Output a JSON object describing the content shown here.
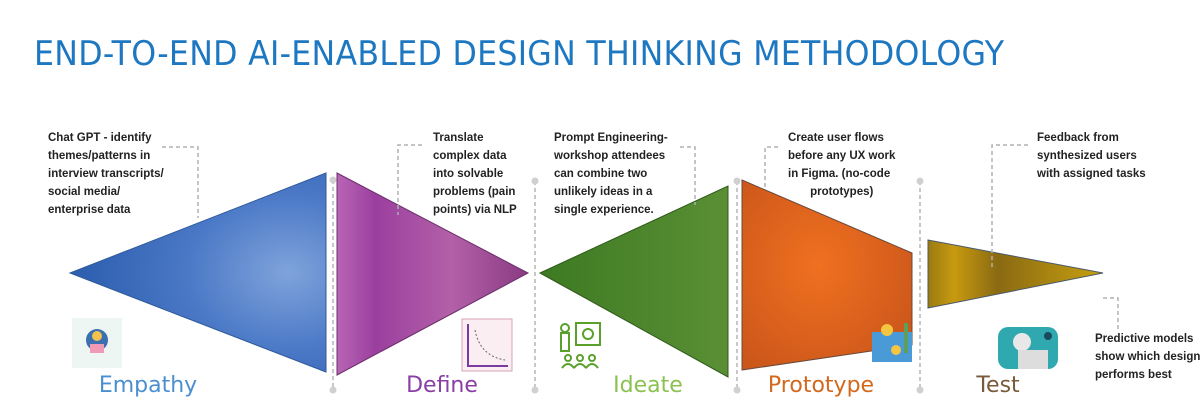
{
  "title": "END-TO-END AI-ENABLED DESIGN THINKING METHODOLOGY",
  "phases": [
    {
      "label": "Empathy",
      "color": "#3a73c4",
      "icon": "person-data-icon",
      "note": [
        "Chat GPT - identify",
        "themes/patterns in",
        "interview transcripts/",
        "social media/",
        "enterprise data"
      ]
    },
    {
      "label": "Define",
      "color": "#8a3fa6",
      "icon": "chart-curve-icon",
      "note": [
        "Translate",
        "complex data",
        "into solvable",
        "problems (pain",
        "points) via NLP"
      ]
    },
    {
      "label": "Ideate",
      "color": "#8cc152",
      "icon": "presentation-icon",
      "note": [
        "Prompt Engineering-",
        "workshop attendees",
        "can combine two",
        "unlikely ideas in a",
        "single experience."
      ]
    },
    {
      "label": "Prototype",
      "color": "#d2691e",
      "icon": "blueprint-idea-icon",
      "note": [
        "Create user flows",
        "before any UX work",
        "in Figma. (no-code",
        "prototypes)"
      ]
    },
    {
      "label": "Test",
      "color": "#7a5a2a",
      "icon": "tester-icon",
      "note": [
        "Feedback from",
        "synthesized users",
        "with assigned tasks"
      ],
      "note2": [
        "Predictive models",
        "show which design",
        "performs best"
      ]
    }
  ]
}
